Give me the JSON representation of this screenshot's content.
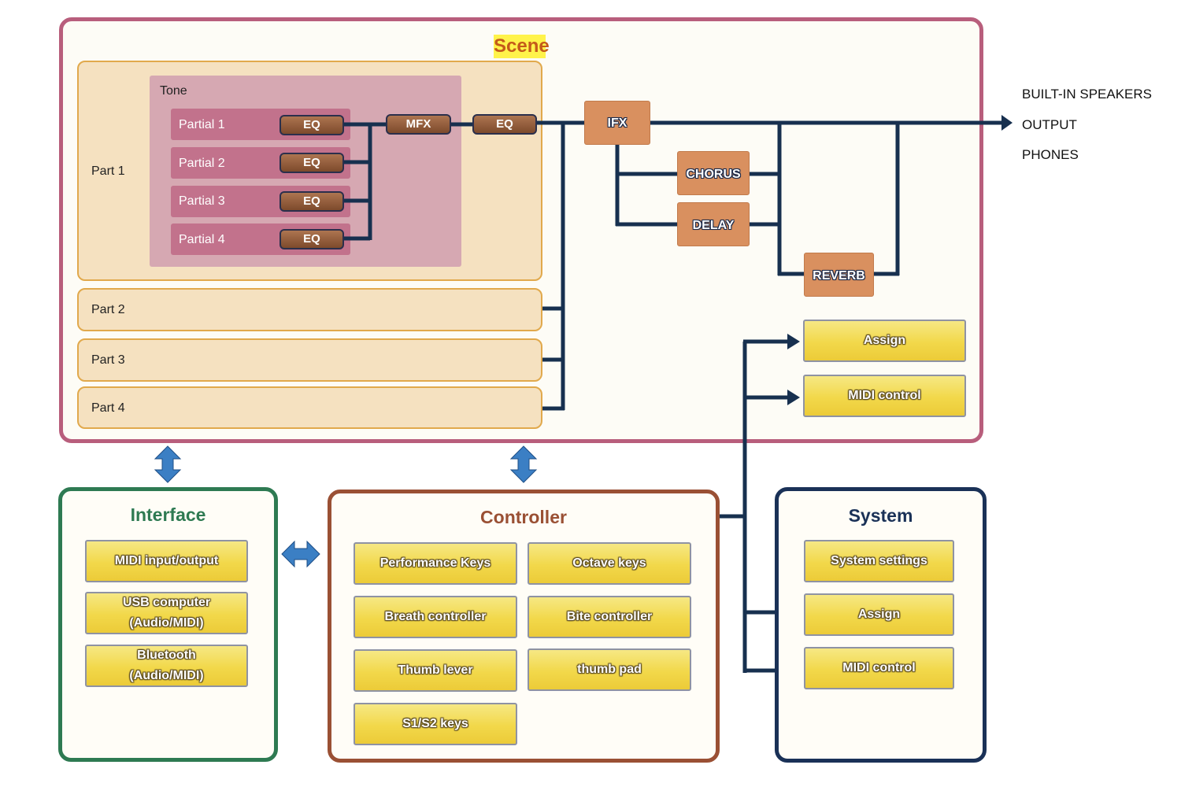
{
  "scene": {
    "title": "Scene",
    "parts": [
      "Part 1",
      "Part 2",
      "Part 3",
      "Part 4"
    ],
    "tone_label": "Tone",
    "partials": [
      "Partial 1",
      "Partial 2",
      "Partial 3",
      "Partial 4"
    ],
    "eq_label": "EQ",
    "mfx_label": "MFX",
    "part_eq_label": "EQ",
    "effects": {
      "ifx": "IFX",
      "chorus": "CHORUS",
      "delay": "DELAY",
      "reverb": "REVERB"
    },
    "assign_label": "Assign",
    "midi_control_label": "MIDI control"
  },
  "outputs": [
    "BUILT-IN SPEAKERS",
    "OUTPUT",
    "PHONES"
  ],
  "interface": {
    "title": "Interface",
    "items": [
      "MIDI input/output",
      "USB computer\n(Audio/MIDI)",
      "Bluetooth\n(Audio/MIDI)"
    ]
  },
  "controller": {
    "title": "Controller",
    "items": [
      "Performance Keys",
      "Octave keys",
      "Breath controller",
      "Bite controller",
      "Thumb lever",
      "thumb pad",
      "S1/S2 keys"
    ]
  },
  "system": {
    "title": "System",
    "items": [
      "System settings",
      "Assign",
      "MIDI control"
    ]
  },
  "colors": {
    "scene_border": "#b85e7c",
    "interface_border": "#2e7a52",
    "controller_border": "#9a5034",
    "system_border": "#1a3157",
    "signal_line": "#17304f",
    "double_arrow": "#3b7fc4"
  }
}
